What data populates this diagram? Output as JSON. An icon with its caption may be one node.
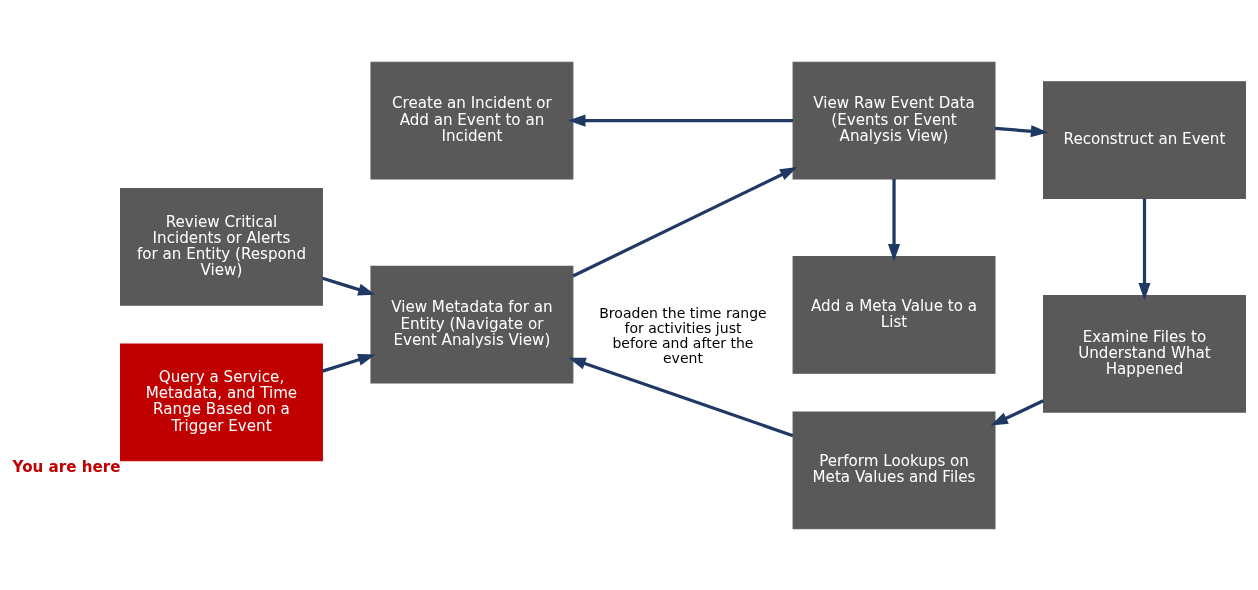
{
  "diagram": {
    "nodes": [
      {
        "text": [
          "Review Critical Incidents or Alerts for an Entity (Respond View)"
        ]
      },
      {
        "text": [
          "Query a Service, Metadata, and Time Range Based on a Trigger Event"
        ],
        "beside": [
          "You are here"
        ]
      },
      {
        "text": [
          "View Metadata for an Entity (Navigate or Event Analysis View)"
        ]
      },
      {
        "text": [
          "View Raw Event Data (Events or Event Analysis View)"
        ]
      },
      {
        "text": [
          "Reconstruct an Event"
        ]
      },
      {
        "text": [
          "Examine Files to Understand What Happened"
        ]
      },
      {
        "text": [
          "Perform Lookups on Meta Values and Files"
        ]
      },
      {
        "text": [
          "Create an Incident or Add an Event to an Incident"
        ]
      },
      {
        "text": [
          "Add a Meta Value to a List"
        ]
      }
    ],
    "edges": [
      {
        "from": 0,
        "to": 2,
        "arrow": "to"
      },
      {
        "from": 1,
        "to": 2,
        "arrow": "to"
      },
      {
        "from": 2,
        "to": 3,
        "arrow": "to"
      },
      {
        "from": 3,
        "to": 4,
        "arrow": "to"
      },
      {
        "from": 4,
        "to": 5,
        "arrow": "to"
      },
      {
        "from": 5,
        "to": 6,
        "arrow": "to"
      },
      {
        "from": 6,
        "to": 2,
        "arrow": "to",
        "label": "Broaden the time range for activities just before and after the event"
      },
      {
        "from": 3,
        "to": 7,
        "arrow": "to"
      },
      {
        "from": 3,
        "to": 8,
        "arrow": "to"
      }
    ]
  }
}
